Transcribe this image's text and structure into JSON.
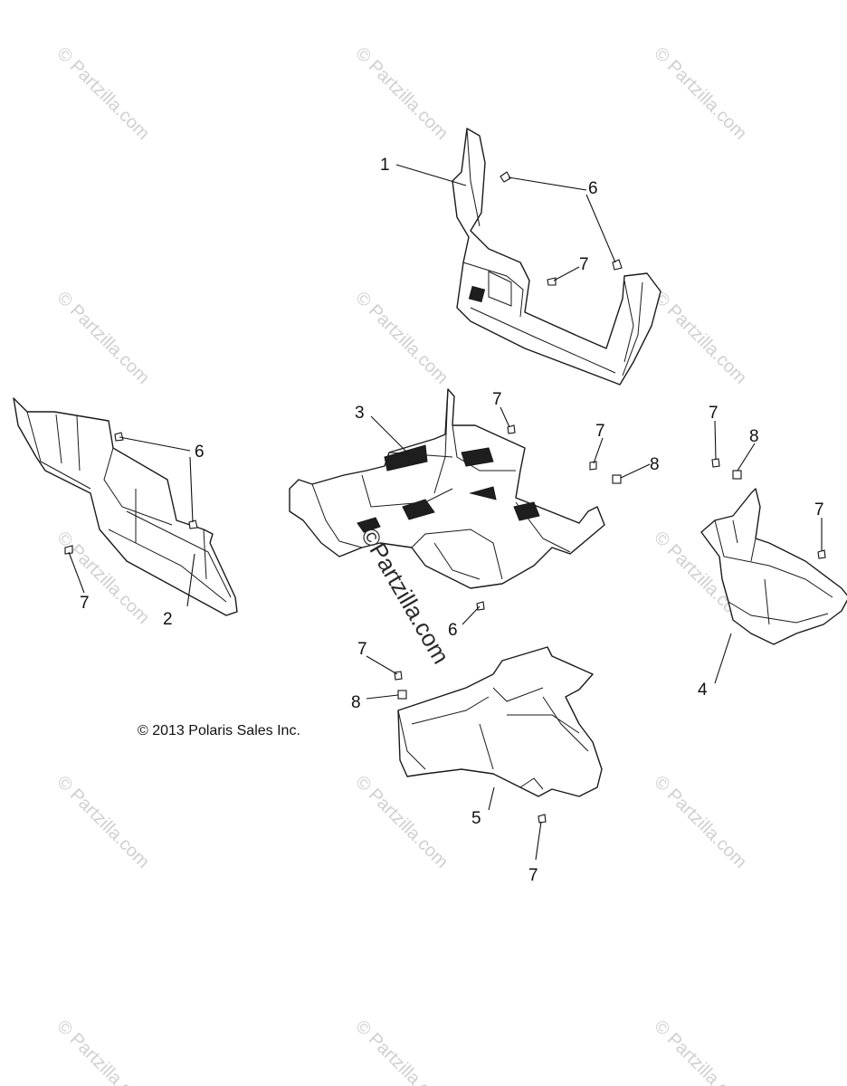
{
  "watermark": {
    "text": "© Partzilla.com",
    "center_text": "©Partzilla.com"
  },
  "copyright": "© 2013 Polaris Sales Inc.",
  "callouts": {
    "c1": "1",
    "c2": "2",
    "c3": "3",
    "c4": "4",
    "c5": "5",
    "c6_a": "6",
    "c6_b": "6",
    "c6_c": "6",
    "c7_a": "7",
    "c7_b": "7",
    "c7_c": "7",
    "c7_d": "7",
    "c7_e": "7",
    "c7_f": "7",
    "c7_g": "7",
    "c7_h": "7",
    "c8_a": "8",
    "c8_b": "8",
    "c8_c": "8"
  },
  "colors": {
    "line": "#1a1a1a",
    "watermark": "#d0d0d0",
    "background": "#ffffff"
  }
}
